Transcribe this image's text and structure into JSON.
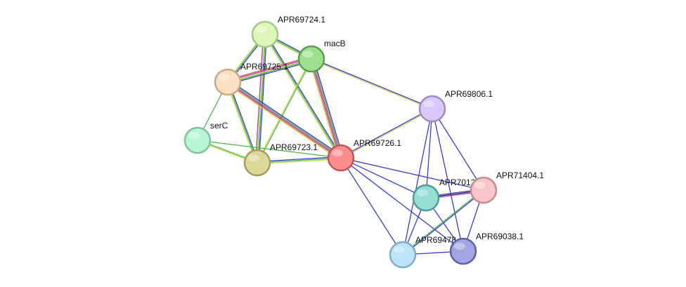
{
  "diagram": {
    "type": "protein-interaction-network",
    "nodes": [
      {
        "id": "APR69724.1",
        "label": "APR69724.1",
        "fill": "#dcf7b8",
        "stroke": "#a5c985"
      },
      {
        "id": "macB",
        "label": "macB",
        "fill": "#9ee08f",
        "stroke": "#5a9e4c"
      },
      {
        "id": "APR69725.1",
        "label": "APR69725.1",
        "fill": "#fde0c2",
        "stroke": "#c9a882"
      },
      {
        "id": "serC",
        "label": "serC",
        "fill": "#b7f5d4",
        "stroke": "#7ec49c"
      },
      {
        "id": "APR69723.1",
        "label": "APR69723.1",
        "fill": "#dcd896",
        "stroke": "#a39e5c"
      },
      {
        "id": "APR69726.1",
        "label": "APR69726.1",
        "fill": "#fa8e8e",
        "stroke": "#c25454"
      },
      {
        "id": "APR69806.1",
        "label": "APR69806.1",
        "fill": "#d9c8fb",
        "stroke": "#9e8ac7"
      },
      {
        "id": "APR70121",
        "label": "APR7012",
        "fill": "#96ded4",
        "stroke": "#4f9e92"
      },
      {
        "id": "APR71404.1",
        "label": "APR71404.1",
        "fill": "#f8c6c6",
        "stroke": "#c48c8c"
      },
      {
        "id": "APR69478",
        "label": "APR69478.",
        "fill": "#bde4f8",
        "stroke": "#7eaecb"
      },
      {
        "id": "APR69038.1",
        "label": "APR69038.1",
        "fill": "#9fa6e2",
        "stroke": "#5a62a5"
      }
    ],
    "edges": [
      {
        "source": "APR69724.1",
        "target": "macB",
        "colors": [
          "#3b3be0",
          "#4cb84c",
          "#c8d84a"
        ]
      },
      {
        "source": "APR69724.1",
        "target": "APR69725.1",
        "colors": [
          "#3b3be0",
          "#4cb84c",
          "#c8d84a"
        ]
      },
      {
        "source": "APR69724.1",
        "target": "APR69723.1",
        "colors": [
          "#3b3be0",
          "#4cb84c",
          "#c8d84a",
          "#aa3fc4"
        ]
      },
      {
        "source": "APR69724.1",
        "target": "APR69726.1",
        "colors": [
          "#3b3be0",
          "#4cb84c",
          "#c8d84a"
        ]
      },
      {
        "source": "macB",
        "target": "APR69725.1",
        "colors": [
          "#3b3be0",
          "#4cb84c",
          "#c8d84a",
          "#aa3fc4",
          "#e04a4a"
        ]
      },
      {
        "source": "macB",
        "target": "APR69723.1",
        "colors": [
          "#4cb84c",
          "#c8d84a"
        ]
      },
      {
        "source": "macB",
        "target": "APR69726.1",
        "colors": [
          "#3b3be0",
          "#4cb84c",
          "#aa3fc4",
          "#e04a4a",
          "#c8d84a"
        ]
      },
      {
        "source": "macB",
        "target": "APR69806.1",
        "colors": [
          "#3b3be0",
          "#c8d84a"
        ]
      },
      {
        "source": "APR69725.1",
        "target": "serC",
        "colors": [
          "#4cb84c"
        ]
      },
      {
        "source": "APR69725.1",
        "target": "APR69723.1",
        "colors": [
          "#3b3be0",
          "#4cb84c",
          "#c8d84a"
        ]
      },
      {
        "source": "APR69725.1",
        "target": "APR69726.1",
        "colors": [
          "#3b3be0",
          "#4cb84c",
          "#aa3fc4",
          "#e04a4a",
          "#c8d84a"
        ]
      },
      {
        "source": "serC",
        "target": "APR69723.1",
        "colors": [
          "#4cb84c",
          "#c8d84a"
        ]
      },
      {
        "source": "serC",
        "target": "APR69726.1",
        "colors": [
          "#4cb84c"
        ]
      },
      {
        "source": "APR69723.1",
        "target": "APR69726.1",
        "colors": [
          "#3b3be0",
          "#4cb84c",
          "#c8d84a"
        ]
      },
      {
        "source": "APR69726.1",
        "target": "APR69806.1",
        "colors": [
          "#3b3be0",
          "#c8d84a"
        ]
      },
      {
        "source": "APR69726.1",
        "target": "APR70121",
        "colors": [
          "#3b3be0"
        ]
      },
      {
        "source": "APR69726.1",
        "target": "APR71404.1",
        "colors": [
          "#3b3be0"
        ]
      },
      {
        "source": "APR69726.1",
        "target": "APR69478",
        "colors": [
          "#3b3be0"
        ]
      },
      {
        "source": "APR69726.1",
        "target": "APR69038.1",
        "colors": [
          "#3b3be0"
        ]
      },
      {
        "source": "APR69806.1",
        "target": "APR70121",
        "colors": [
          "#3b3be0"
        ]
      },
      {
        "source": "APR69806.1",
        "target": "APR71404.1",
        "colors": [
          "#3b3be0"
        ]
      },
      {
        "source": "APR69806.1",
        "target": "APR69478",
        "colors": [
          "#3b3be0"
        ]
      },
      {
        "source": "APR69806.1",
        "target": "APR69038.1",
        "colors": [
          "#3b3be0"
        ]
      },
      {
        "source": "APR70121",
        "target": "APR71404.1",
        "colors": [
          "#3b3be0",
          "#222222",
          "#aa3fc4"
        ]
      },
      {
        "source": "APR70121",
        "target": "APR69478",
        "colors": [
          "#3b3be0"
        ]
      },
      {
        "source": "APR70121",
        "target": "APR69038.1",
        "colors": [
          "#3b3be0"
        ]
      },
      {
        "source": "APR71404.1",
        "target": "APR69478",
        "colors": [
          "#3b3be0",
          "#4cb84c"
        ]
      },
      {
        "source": "APR71404.1",
        "target": "APR69038.1",
        "colors": [
          "#3b3be0"
        ]
      },
      {
        "source": "APR69478",
        "target": "APR69038.1",
        "colors": [
          "#3b3be0"
        ]
      }
    ]
  }
}
